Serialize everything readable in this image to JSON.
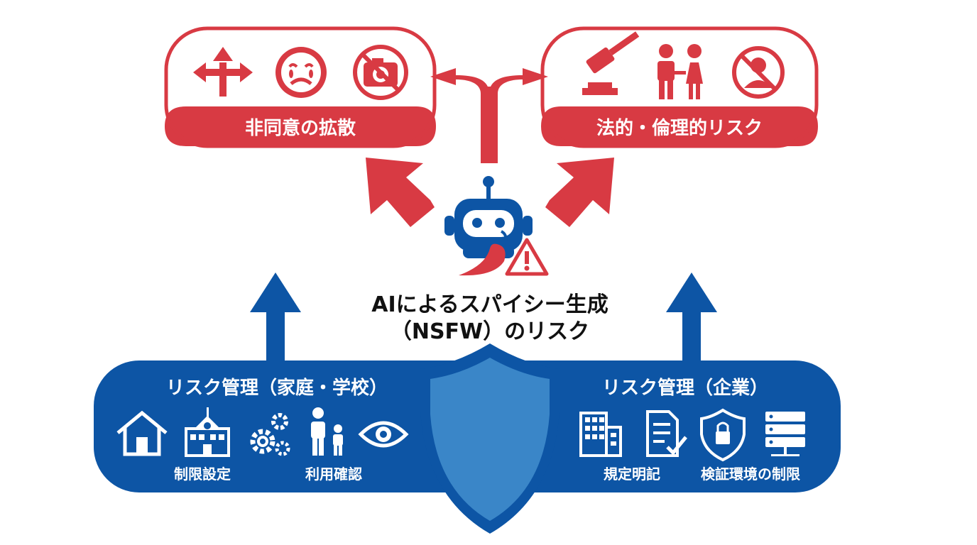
{
  "colors": {
    "red": "#d83a43",
    "blue": "#0d55a5",
    "shield": "#3a86c8",
    "dark": "#111111",
    "white": "#ffffff"
  },
  "risks": {
    "left": {
      "label": "非同意の拡散",
      "icons": [
        "diverging-arrows-icon",
        "crying-face-icon",
        "no-camera-icon"
      ]
    },
    "right": {
      "label": "法的・倫理的リスク",
      "icons": [
        "gavel-icon",
        "couple-icon",
        "no-person-icon"
      ]
    }
  },
  "center": {
    "title_line1": "AIによるスパイシー生成",
    "title_line2": "（NSFW）のリスク",
    "icons": [
      "robot-icon",
      "chili-pepper-icon",
      "warning-triangle-icon"
    ]
  },
  "management": {
    "home_school": {
      "title": "リスク管理（家庭・学校）",
      "captions": [
        "制限設定",
        "利用確認"
      ],
      "icons": [
        "house-icon",
        "school-icon",
        "gears-icon",
        "parent-child-icon",
        "eye-icon"
      ]
    },
    "enterprise": {
      "title": "リスク管理（企業）",
      "captions": [
        "規定明記",
        "検証環境の制限"
      ],
      "icons": [
        "office-building-icon",
        "document-check-icon",
        "lock-shield-icon",
        "server-icon"
      ]
    }
  }
}
